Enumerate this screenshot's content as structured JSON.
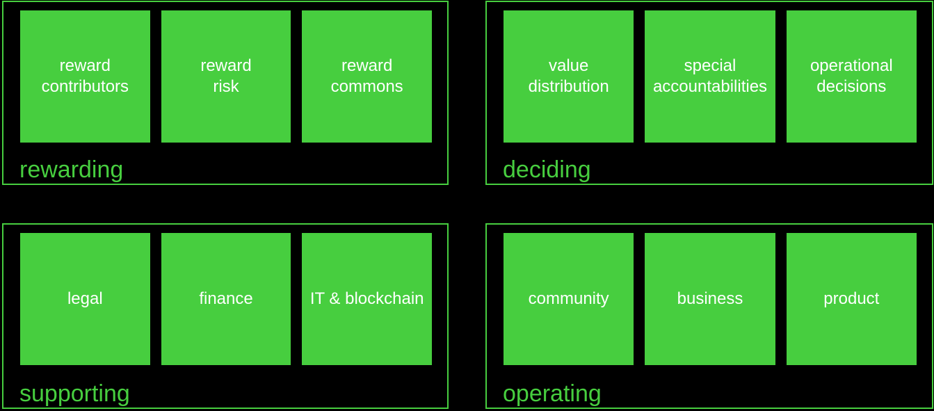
{
  "colors": {
    "background": "#000000",
    "green": "#47CE3F",
    "cell_text": "#FFFFFF"
  },
  "panels": [
    {
      "label": "rewarding",
      "cells": [
        "reward\ncontributors",
        "reward\nrisk",
        "reward\ncommons"
      ]
    },
    {
      "label": "deciding",
      "cells": [
        "value\ndistribution",
        "special\naccountabilities",
        "operational\ndecisions"
      ]
    },
    {
      "label": "supporting",
      "cells": [
        "legal",
        "finance",
        "IT & blockchain"
      ]
    },
    {
      "label": "operating",
      "cells": [
        "community",
        "business",
        "product"
      ]
    }
  ]
}
